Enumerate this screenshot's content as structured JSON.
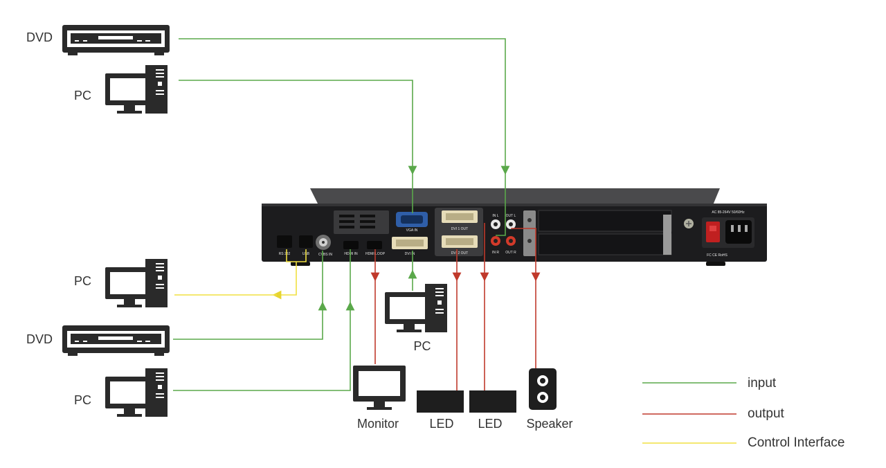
{
  "devices": {
    "dvd_top": "DVD",
    "pc_top": "PC",
    "pc_left_mid": "PC",
    "dvd_bottom": "DVD",
    "pc_bottom": "PC",
    "pc_center": "PC",
    "monitor": "Monitor",
    "led_1": "LED",
    "led_2": "LED",
    "speaker": "Speaker"
  },
  "legend": {
    "input": "input",
    "output": "output",
    "control": "Control Interface"
  },
  "panel": {
    "rs232": "RS 232",
    "usb": "USB",
    "cvbs_in": "CVBS IN",
    "hdmi_in": "HDMI IN",
    "hdmi_loop": "HDMI LOOP",
    "vga_in": "VGA IN",
    "dvi_in": "DVI IN",
    "dvi1_out": "DVI 1 OUT",
    "dvi2_out": "DVI 2 OUT",
    "in_l": "IN L",
    "in_r": "IN R",
    "out_l": "OUT L",
    "out_r": "OUT R",
    "power_spec": "AC 85-264V 50/60Hz",
    "certs": "FC CE RoHS"
  },
  "colors": {
    "input": "#5aa84a",
    "output": "#c0392b",
    "control": "#f0e040",
    "chassis": "#1c1c1e",
    "icon": "#2a2a2a"
  },
  "icons": {
    "dvd": "dvd-player-icon",
    "pc": "desktop-pc-icon",
    "monitor": "monitor-icon",
    "led": "led-panel-icon",
    "speaker": "speaker-icon"
  }
}
